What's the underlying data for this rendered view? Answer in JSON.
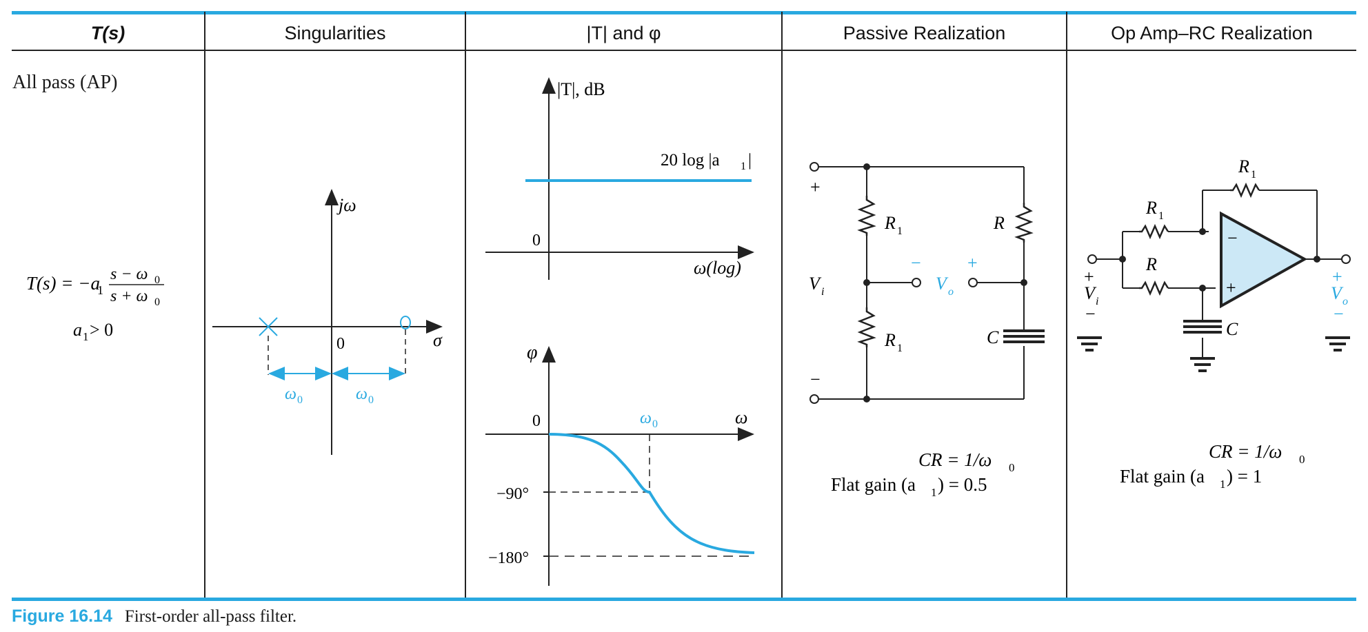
{
  "headers": {
    "col1": "T(s)",
    "col2": "Singularities",
    "col3": "|T| and φ",
    "col4": "Passive Realization",
    "col5": "Op Amp–RC Realization"
  },
  "filter": {
    "name": "All pass (AP)",
    "tf_lhs": "T(s) = −a",
    "tf_sub": "1",
    "tf_num": "s − ω",
    "tf_den": "s + ω",
    "omega_sub": "0",
    "condition": "a",
    "condition_rest": " > 0"
  },
  "singularities": {
    "y_axis": "jω",
    "x_axis": "σ",
    "origin": "0",
    "omega_left": "ω",
    "omega_right": "ω",
    "sub": "0"
  },
  "magnitude": {
    "y_axis": "|T|, dB",
    "x_axis": "ω(log)",
    "zero": "0",
    "level": "20 log |a",
    "level_sub": "1",
    "level_end": "|"
  },
  "phase": {
    "y_axis": "φ",
    "x_axis": "ω",
    "zero": "0",
    "omega0": "ω",
    "omega0_sub": "0",
    "tick90": "−90°",
    "tick180": "−180°"
  },
  "passive": {
    "r1_top": "R",
    "r1_bot": "R",
    "r_label": "R",
    "r_sub": "1",
    "c_label": "C",
    "vi": "V",
    "vi_sub": "i",
    "vo": "V",
    "vo_sub": "o",
    "plus": "+",
    "minus": "−",
    "eq1": "CR = 1/ω",
    "eq1_sub": "0",
    "eq2": "Flat gain (a",
    "eq2_sub": "1",
    "eq2_end": ") = 0.5"
  },
  "opamp": {
    "r1_feedback": "R",
    "r1_input": "R",
    "r_label": "R",
    "sub1": "1",
    "c_label": "C",
    "vi": "V",
    "vi_sub": "i",
    "vo": "V",
    "vo_sub": "o",
    "plus": "+",
    "minus": "−",
    "eq1": "CR = 1/ω",
    "eq1_sub": "0",
    "eq2": "Flat gain (a",
    "eq2_sub": "1",
    "eq2_end": ") = 1"
  },
  "caption": {
    "figure": "Figure 16.14",
    "text": "First-order all-pass filter."
  },
  "colors": {
    "accent": "#29a9e0",
    "opamp_fill": "#cce8f6",
    "ink": "#222222"
  }
}
